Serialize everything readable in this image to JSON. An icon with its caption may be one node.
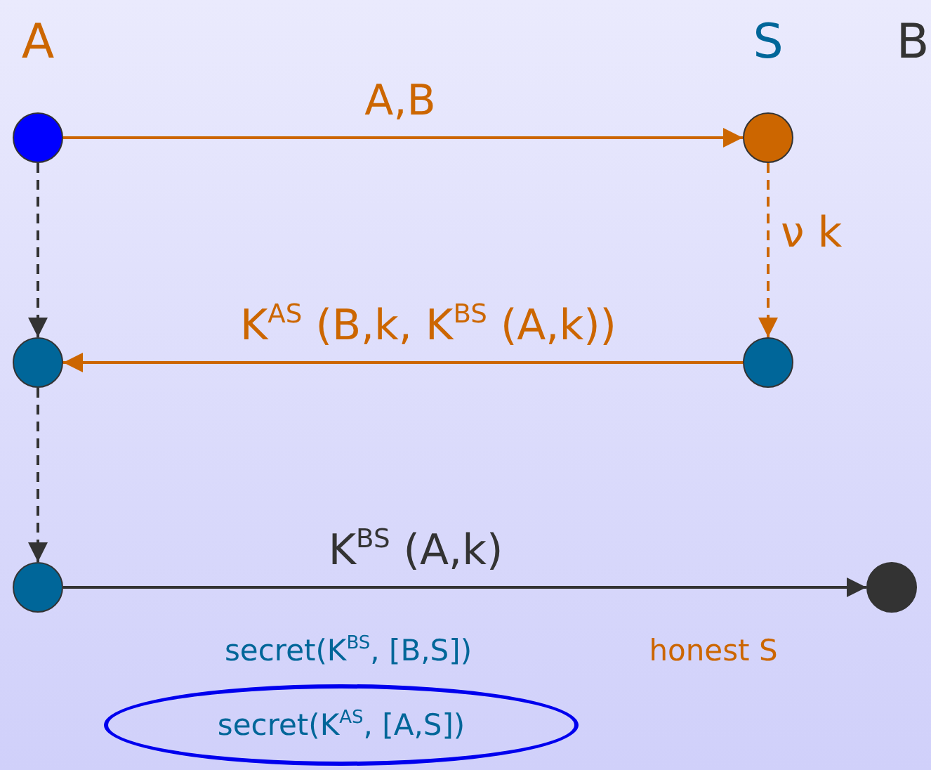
{
  "diagram": {
    "nodes": [
      {
        "text": [],
        "shape": "circle"
      },
      {
        "text": [],
        "shape": "circle"
      },
      {
        "text": [],
        "shape": "circle"
      },
      {
        "text": [],
        "shape": "circle"
      },
      {
        "text": [],
        "shape": "circle"
      },
      {
        "text": [],
        "shape": "circle"
      },
      {
        "text": [
          "secret(K$^{AS}$, [A,S])"
        ]
      }
    ],
    "edges": [
      {
        "from": 0,
        "to": 1,
        "arrow": "to",
        "label": "A,B",
        "color": "#cc6600"
      },
      {
        "from": 1,
        "to": 3,
        "arrow": "to",
        "label": "ν k",
        "style": "dashed",
        "color": "#cc6600"
      },
      {
        "from": 3,
        "to": 2,
        "arrow": "to",
        "label": "K$^{AS}$ (B,k, K$^{BS}$ (A,k))",
        "color": "#cc6600"
      },
      {
        "from": 0,
        "to": 2,
        "arrow": "to",
        "style": "dashed",
        "color": "#333333"
      },
      {
        "from": 2,
        "to": 4,
        "arrow": "to",
        "style": "dashed",
        "color": "#333333"
      },
      {
        "from": 4,
        "to": 5,
        "arrow": "to",
        "label": "K$^{BS}$ (A,k)",
        "color": "#333333"
      }
    ],
    "labels": [
      "A",
      "S",
      "B",
      "secret(K$^{BS}$, [B,S])",
      "honest S"
    ]
  }
}
